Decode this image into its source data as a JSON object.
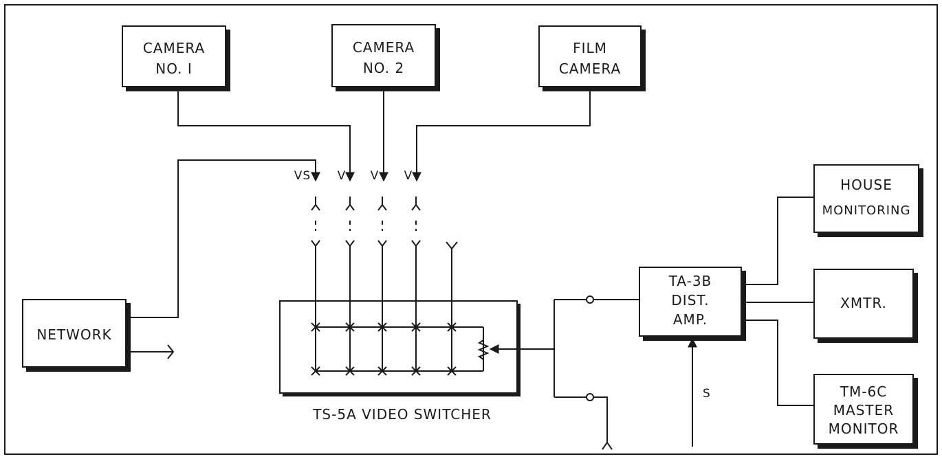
{
  "blocks": {
    "camera1": [
      "CAMERA",
      "NO. I"
    ],
    "camera2": [
      "CAMERA",
      "NO. 2"
    ],
    "film_camera": [
      "FILM",
      "CAMERA"
    ],
    "network": [
      "NETWORK"
    ],
    "dist_amp": [
      "TA-3B",
      "DIST.",
      "AMP."
    ],
    "house_monitoring": [
      "HOUSE",
      "MONITORING"
    ],
    "xmtr": [
      "XMTR."
    ],
    "master_monitor": [
      "TM-6C",
      "MASTER",
      "MONITOR"
    ]
  },
  "switcher_label": "TS-5A VIDEO SWITCHER",
  "signal_labels": {
    "vs": "VS",
    "v1": "V",
    "v2": "V",
    "v3": "V",
    "sync": "S"
  }
}
